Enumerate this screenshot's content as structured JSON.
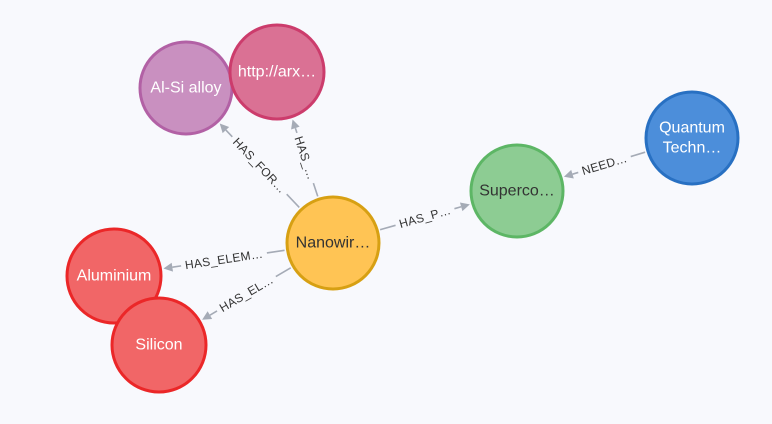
{
  "graph": {
    "nodes": [
      {
        "id": "alsi",
        "label": "Al-Si alloy",
        "lines": [
          "Al-Si alloy"
        ],
        "fill": "#c990c0",
        "stroke": "#b261a5",
        "text": "#ffffff"
      },
      {
        "id": "arxiv",
        "label": "http://arx…",
        "lines": [
          "http://arx…"
        ],
        "fill": "#da7194",
        "stroke": "#cc3c6c",
        "text": "#ffffff"
      },
      {
        "id": "nanowire",
        "label": "Nanowir…",
        "lines": [
          "Nanowir…"
        ],
        "fill": "#ffc454",
        "stroke": "#d7a013",
        "text": "#333333"
      },
      {
        "id": "superco",
        "label": "Superco…",
        "lines": [
          "Superco…"
        ],
        "fill": "#8dcc93",
        "stroke": "#5db665",
        "text": "#333333"
      },
      {
        "id": "quantum",
        "label": "Quantum Techn…",
        "lines": [
          "Quantum",
          "Techn…"
        ],
        "fill": "#4c8eda",
        "stroke": "#2870c2",
        "text": "#ffffff"
      },
      {
        "id": "aluminium",
        "label": "Aluminium",
        "lines": [
          "Aluminium"
        ],
        "fill": "#f16667",
        "stroke": "#eb2728",
        "text": "#ffffff"
      },
      {
        "id": "silicon",
        "label": "Silicon",
        "lines": [
          "Silicon"
        ],
        "fill": "#f16667",
        "stroke": "#eb2728",
        "text": "#ffffff"
      }
    ],
    "edges": [
      {
        "source": "nanowire",
        "target": "alsi",
        "label": "HAS_FOR…"
      },
      {
        "source": "nanowire",
        "target": "arxiv",
        "label": "HAS_…"
      },
      {
        "source": "nanowire",
        "target": "superco",
        "label": "HAS_P…"
      },
      {
        "source": "quantum",
        "target": "superco",
        "label": "NEED…"
      },
      {
        "source": "nanowire",
        "target": "aluminium",
        "label": "HAS_ELEM…"
      },
      {
        "source": "nanowire",
        "target": "silicon",
        "label": "HAS_EL…"
      }
    ]
  }
}
